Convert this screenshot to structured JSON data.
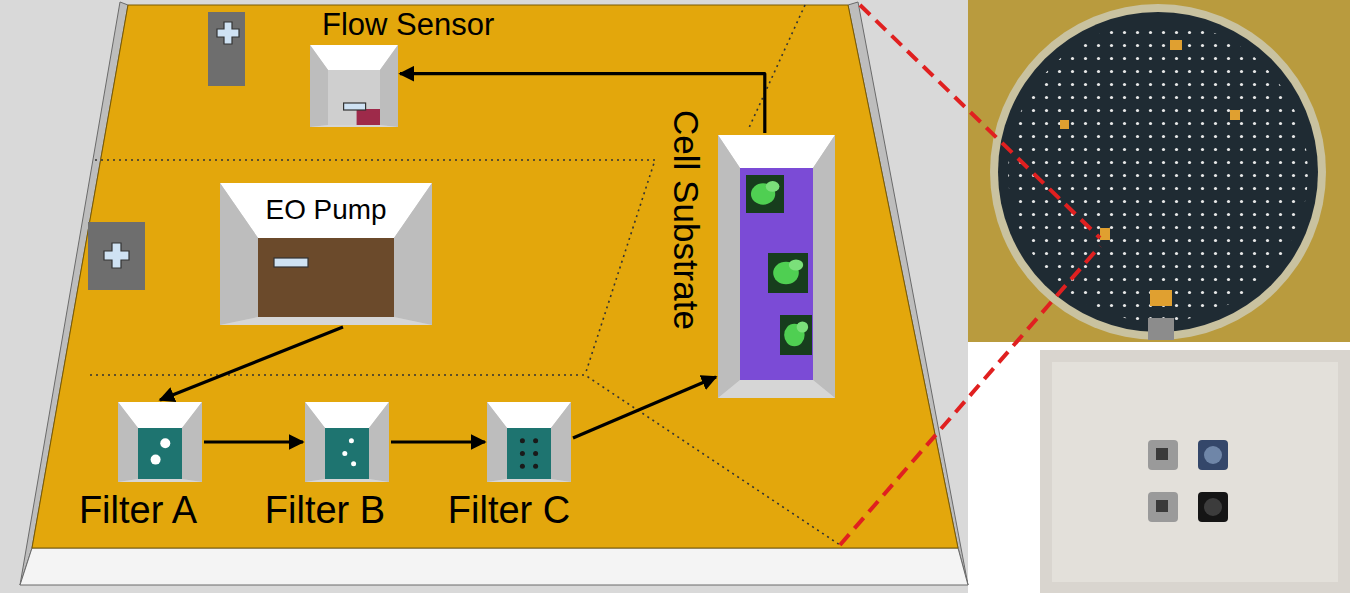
{
  "diagram": {
    "nodes": [
      {
        "text": [
          "Flow Sensor"
        ]
      },
      {
        "text": [
          "EO Pump"
        ]
      },
      {
        "text": [
          "Filter A"
        ]
      },
      {
        "text": [
          "Filter B"
        ]
      },
      {
        "text": [
          "Filter C"
        ]
      },
      {
        "text": [
          "Cell Substrate"
        ]
      }
    ],
    "edges": [
      {
        "from": 1,
        "to": 2,
        "arrow": "to"
      },
      {
        "from": 2,
        "to": 3,
        "arrow": "to"
      },
      {
        "from": 3,
        "to": 4,
        "arrow": "to"
      },
      {
        "from": 4,
        "to": 5,
        "arrow": "to"
      },
      {
        "from": 5,
        "to": 0,
        "arrow": "to"
      }
    ]
  }
}
